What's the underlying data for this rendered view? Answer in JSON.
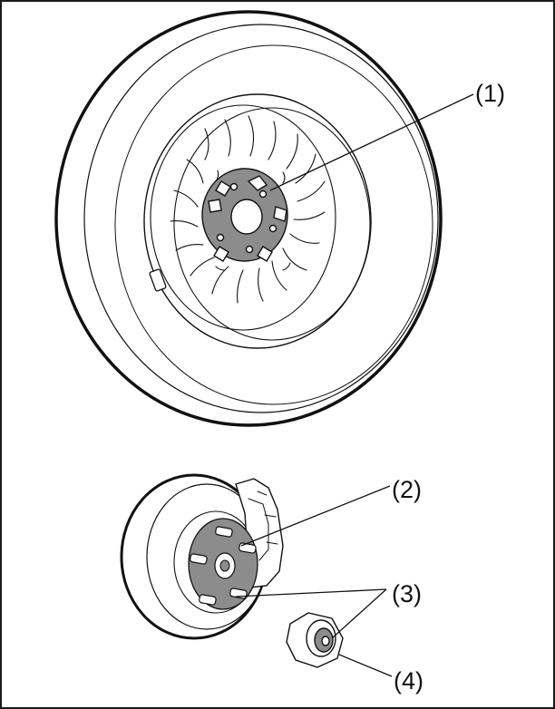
{
  "callouts": [
    {
      "id": "1",
      "text": "(1)"
    },
    {
      "id": "2",
      "text": "(2)"
    },
    {
      "id": "3",
      "text": "(3)"
    },
    {
      "id": "4",
      "text": "(4)"
    }
  ],
  "colors": {
    "line": "#111111",
    "hub_fill": "#8c8c8c",
    "background": "#ffffff"
  }
}
